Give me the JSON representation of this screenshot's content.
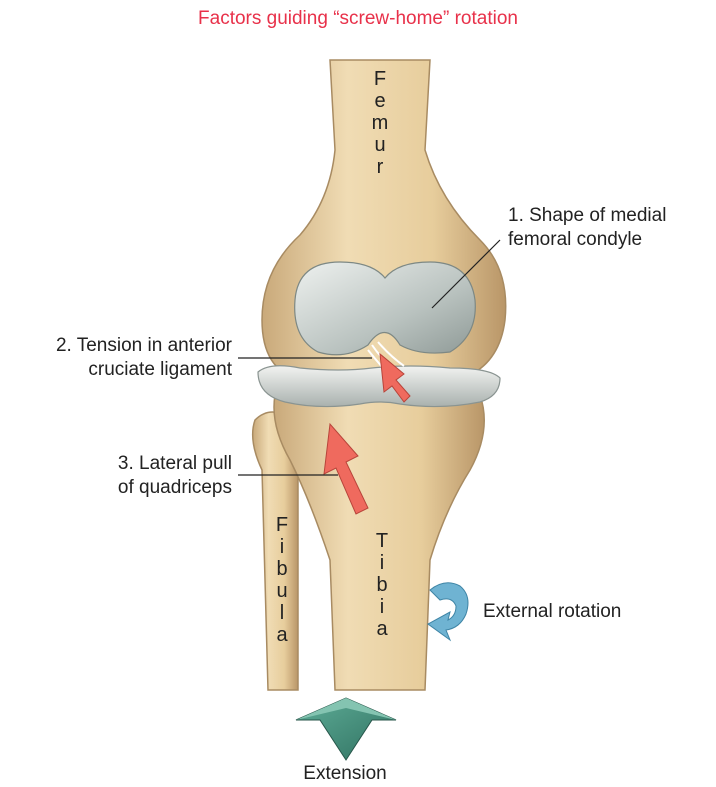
{
  "title": "Factors guiding “screw-home” rotation",
  "labels": {
    "factor1_line1": "1. Shape of medial",
    "factor1_line2": "femoral condyle",
    "factor2_line1": "2. Tension in anterior",
    "factor2_line2": "cruciate ligament",
    "factor3_line1": "3. Lateral pull",
    "factor3_line2": "of quadriceps",
    "external_rotation": "External rotation",
    "extension": "Extension"
  },
  "bones": {
    "femur": [
      "F",
      "e",
      "m",
      "u",
      "r"
    ],
    "fibula": [
      "F",
      "i",
      "b",
      "u",
      "l",
      "a"
    ],
    "tibia": [
      "T",
      "i",
      "b",
      "i",
      "a"
    ]
  },
  "colors": {
    "title": "#e8314a",
    "bone": "#e9d3a6",
    "cartilage": "#c9cfcc",
    "force_arrow": "#ef6a5e",
    "rotation_arrow": "#6fb3d2",
    "extension_arrow": "#3f8a78"
  },
  "icons": {
    "force_arrow": "red-arrow-icon",
    "rotation": "curved-rotation-arrow-icon",
    "extension": "extension-arrow-icon"
  }
}
